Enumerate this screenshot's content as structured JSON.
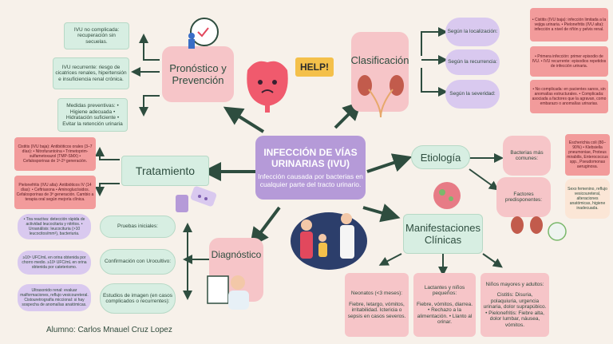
{
  "center": {
    "title": "INFECCIÓN DE VÍAS URINARIAS (IVU)",
    "subtitle": "Infección causada por bacterias en cualquier parte del tracto urinario."
  },
  "help": "HELP!",
  "pronostico": {
    "title": "Pronóstico y Prevención",
    "items": [
      "IVU no complicada: recuperación sin secuelas.",
      "IVU recurrente: riesgo de cicatrices renales, hipertensión e insuficiencia renal crónica.",
      "Medidas preventivas: • Higiene adecuada • Hidratación suficiente • Evitar la retención urinaria"
    ]
  },
  "clasificacion": {
    "title": "Clasificación",
    "items": [
      {
        "label": "Según la localización:",
        "detail": "• Cistitis (IVU baja): infección limitada a la vejiga urinaria. • Pielonefritis (IVU alta): infección a nivel de riñón y pelvis renal."
      },
      {
        "label": "Según la recurrencia:",
        "detail": "• Primera infección: primer episodio de IVU. • IVU recurrente: episodios repetidos de infección urinaria."
      },
      {
        "label": "Según la severidad:",
        "detail": "• No complicada: en pacientes sanos, sin anomalías estructurales. • Complicada: asociada a factores que la agravan, como embarazo o anomalías urinarias."
      }
    ]
  },
  "tratamiento": {
    "title": "Tratamiento",
    "items": [
      "Cistitis (IVU baja): Antibióticos orales (3–7 días): • Nitrofurantoína • Trimetoprim-sulfametoxazol (TMP-SMX) • Cefalosporinas de 1ª-2ª generación.",
      "Pielonefritis (IVU alta): Antibióticos IV (14 días): • Ceftriaxona • Aminoglucósidos. Cefalosporinas de 3ª generación. Cambio a terapia oral según mejoría clínica."
    ]
  },
  "etiologia": {
    "title": "Etiología",
    "items": [
      {
        "label": "Bacterias más comunes:",
        "detail": "Escherichia coli (80–90%) • Klebsiella pneumoniae, Proteus mirabilis, Enterococcus spp., Pseudomonas aeruginosa."
      },
      {
        "label": "Factores predisponentes:",
        "detail": "Sexo femenino, reflujo vesicoureteral, alteraciones anatómicas, higiene inadecuada."
      }
    ]
  },
  "diagnostico": {
    "title": "Diagnóstico",
    "items": [
      {
        "label": "Pruebas iniciales:",
        "detail": "• Tira reactiva: detección rápida de actividad leucocitaria y nitritos. • Uroanálisis: leucocituria (>10 leucocitos/mm³), bacteriuria."
      },
      {
        "label": "Confirmación con Urocultivo:",
        "detail": "≥10⁵ UFC/mL en orina obtenida por chorro medio. ≥10³ UFC/mL en orina obtenida por cateterismo."
      },
      {
        "label": "Estudios de imagen (en casos complicados o recurrentes):",
        "detail": "Ultrasonido renal: evaluar malformaciones, reflujo vesicoureteral. Cistouretrografía miccional: si hay sospecha de anomalías anatómicas."
      }
    ]
  },
  "manifestaciones": {
    "title": "Manifestaciones Clínicas",
    "items": [
      {
        "label": "Neonatos (<3 meses):",
        "detail": "Fiebre, letargo, vómitos, irritabilidad. Ictericia o sepsis en casos severos."
      },
      {
        "label": "Lactantes y niños pequeños:",
        "detail": "Fiebre, vómitos, diarrea. • Rechazo a la alimentación. • Llanto al orinar."
      },
      {
        "label": "Niños mayores y adultos:",
        "detail": "Cistitis: Disuria, polaquiuria, urgencia urinaria, dolor suprapúbico. • Pielonefritis: Fiebre alta, dolor lumbar, náusea, vómitos."
      }
    ]
  },
  "author": "Alumno: Carlos Mnauel Cruz Lopez"
}
